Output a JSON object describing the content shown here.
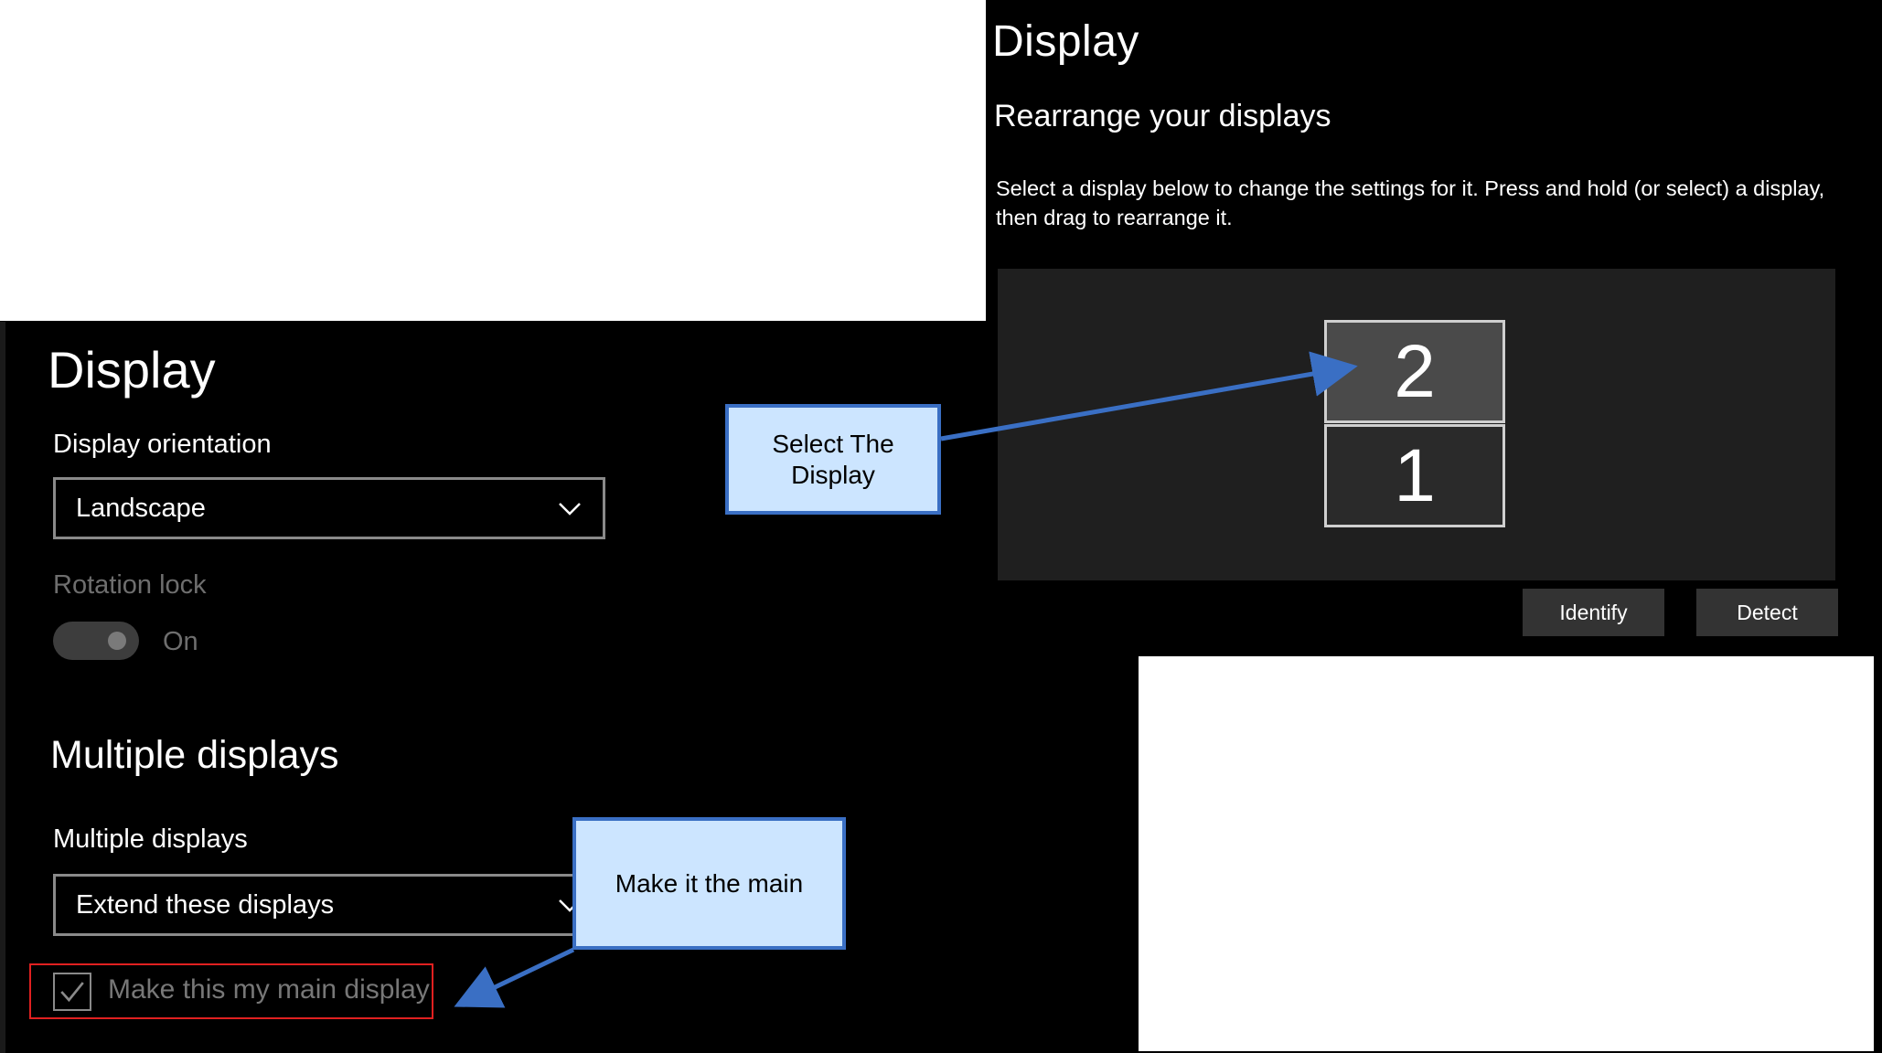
{
  "right_panel": {
    "title": "Display",
    "subtitle": "Rearrange your displays",
    "description": "Select a display below to change the settings for it. Press and hold (or select) a display, then drag to rearrange it.",
    "monitors": [
      "2",
      "1"
    ],
    "identify_label": "Identify",
    "detect_label": "Detect"
  },
  "left_panel": {
    "title": "Display",
    "orientation_label": "Display orientation",
    "orientation_value": "Landscape",
    "rotation_lock_label": "Rotation lock",
    "rotation_lock_state": "On",
    "multiple_section_title": "Multiple displays",
    "multiple_label": "Multiple displays",
    "multiple_value": "Extend these displays",
    "main_display_checkbox": "Make this my main display"
  },
  "callouts": {
    "select_display": "Select The Display",
    "make_main": "Make it the main"
  },
  "colors": {
    "background": "#000000",
    "callout_fill": "#cce5ff",
    "callout_border": "#3a6fc4",
    "highlight_border": "#e02020"
  }
}
